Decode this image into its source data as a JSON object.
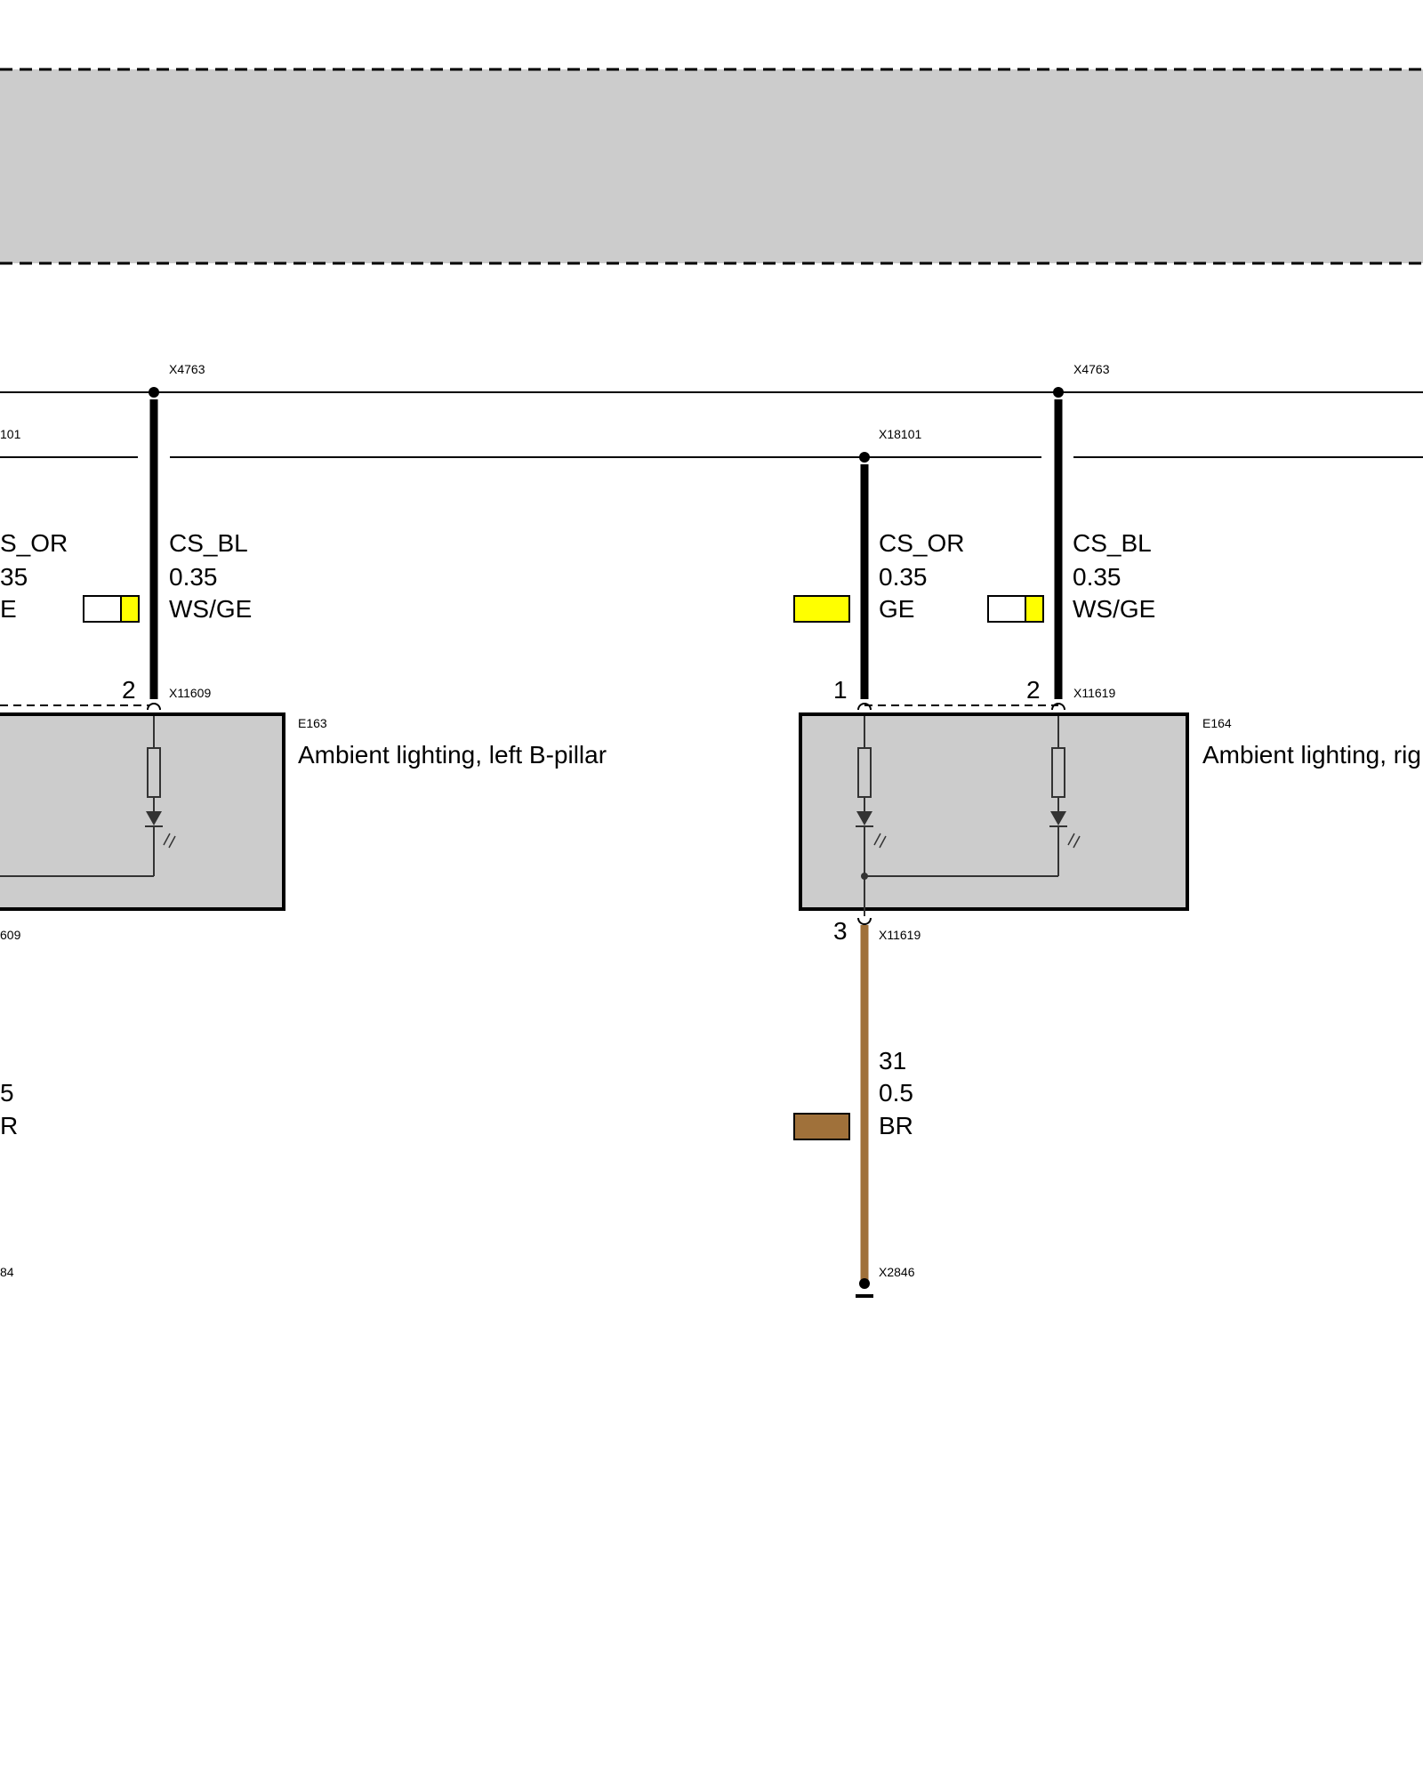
{
  "colors": {
    "background": "#ffffff",
    "header_band": "#cccccc",
    "component_fill": "#cccccc",
    "wire_black": "#000000",
    "wire_brown": "#a0713a",
    "swatch_yellow": "#ffff00",
    "swatch_brown": "#a0713a",
    "swatch_white": "#ffffff"
  },
  "connectors": {
    "x4763_left": "X4763",
    "x4763_right": "X4763",
    "x18101_left_cut": "101",
    "x18101_right": "X18101",
    "x11609_top": "X11609",
    "x11609_bottom_cut": "609",
    "x11619_top": "X11619",
    "x11619_bottom": "X11619",
    "x2846": "X2846",
    "ground_left_cut": "84"
  },
  "components": {
    "e163": {
      "id": "E163",
      "description": "Ambient lighting, left B-pillar"
    },
    "e164": {
      "id": "E164",
      "description": "Ambient lighting, rig"
    }
  },
  "pins": {
    "e163_pin2": "2",
    "e164_pin1": "1",
    "e164_pin2": "2",
    "e164_pin3": "3"
  },
  "wires": {
    "left_cut": {
      "signal": "S_OR",
      "gauge": "35",
      "color_code": "E"
    },
    "e163_bl": {
      "signal": "CS_BL",
      "gauge": "0.35",
      "color_code": "WS/GE",
      "swatch": "white-yellow"
    },
    "e164_or": {
      "signal": "CS_OR",
      "gauge": "0.35",
      "color_code": "GE",
      "swatch": "yellow"
    },
    "e164_bl": {
      "signal": "CS_BL",
      "gauge": "0.35",
      "color_code": "WS/GE",
      "swatch": "white-yellow"
    },
    "left_ground_cut": {
      "gauge": "5",
      "color_code": "R"
    },
    "e164_ground": {
      "signal": "31",
      "gauge": "0.5",
      "color_code": "BR",
      "swatch": "brown"
    }
  }
}
